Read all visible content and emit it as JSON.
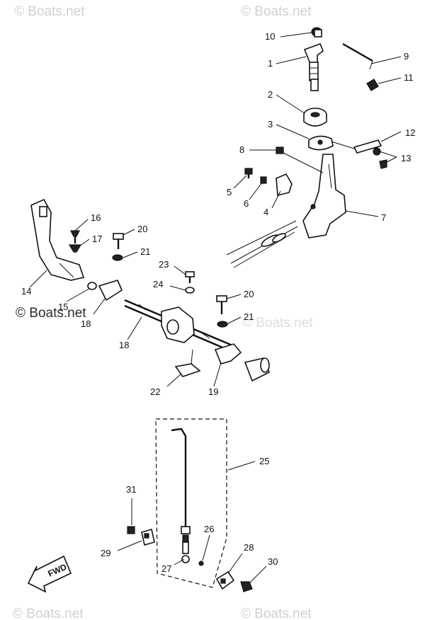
{
  "watermarks": {
    "top_left": "© Boats.net",
    "top_right": "© Boats.net",
    "middle_left": "© Boats.net",
    "middle_right": "© Boats.net",
    "bottom_left": "© Boats.net",
    "bottom_right": "© Boats.net"
  },
  "direction_label": "FWD",
  "callouts": {
    "c1": "1",
    "c2": "2",
    "c3": "3",
    "c4": "4",
    "c5": "5",
    "c6": "6",
    "c7": "7",
    "c8": "8",
    "c9": "9",
    "c10": "10",
    "c11": "11",
    "c12": "12",
    "c13": "13",
    "c14": "14",
    "c15": "15",
    "c16": "16",
    "c17": "17",
    "c18": "18",
    "c19": "19",
    "c20a": "20",
    "c20b": "20",
    "c21a": "21",
    "c21b": "21",
    "c22": "22",
    "c23": "23",
    "c24": "24",
    "c25": "25",
    "c26": "26",
    "c27": "27",
    "c28": "28",
    "c29": "29",
    "c30": "30",
    "c31": "31",
    "c_mid": "18"
  }
}
